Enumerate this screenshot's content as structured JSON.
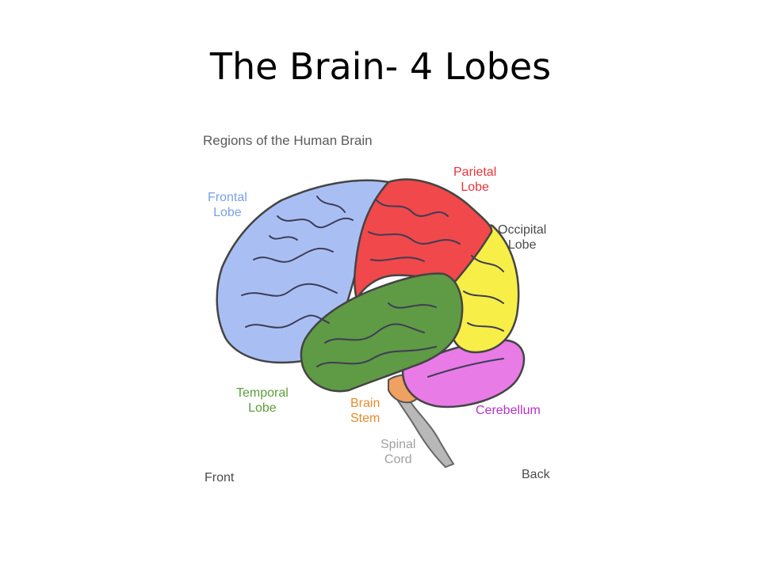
{
  "slide": {
    "title": "The Brain- 4 Lobes"
  },
  "diagram": {
    "title": "Regions of the Human Brain",
    "labels": {
      "frontal": "Frontal\nLobe",
      "parietal": "Parietal\nLobe",
      "occipital": "Occipital\nLobe",
      "temporal": "Temporal\nLobe",
      "brain_stem": "Brain\nStem",
      "cerebellum": "Cerebellum",
      "spinal_cord": "Spinal\nCord",
      "front": "Front",
      "back": "Back"
    },
    "colors": {
      "frontal": "#a9bff4",
      "parietal": "#f0484b",
      "occipital": "#f7ee47",
      "temporal": "#5f9a45",
      "cerebellum": "#e87be6",
      "brain_stem": "#f0a060",
      "spinal_cord": "#b8b8b8",
      "frontal_label": "#7aa0e8",
      "parietal_label": "#e8343c",
      "occipital_label": "#4a4a4a",
      "temporal_label": "#5e9c3e",
      "brain_stem_label": "#e88a2e",
      "cerebellum_label": "#b431c8",
      "spinal_cord_label": "#a0a0a0",
      "direction_label": "#4a4a4a"
    }
  }
}
